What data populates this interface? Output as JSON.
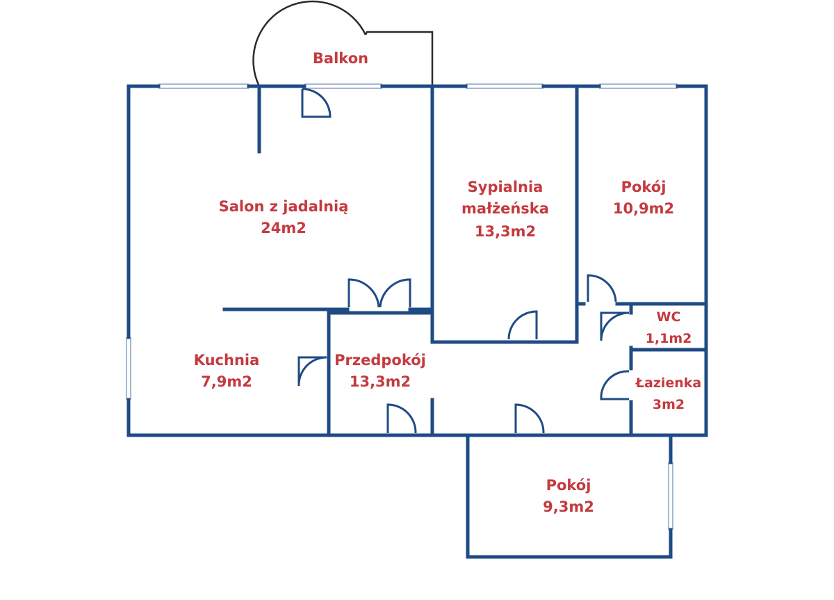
{
  "colors": {
    "wall": "#1f4b85",
    "label": "#c43a3f",
    "balcony_outline": "#2b2b2b",
    "window_line": "#8aa1c0",
    "background": "#ffffff"
  },
  "rooms": [
    {
      "id": "balkon",
      "name": "Balkon",
      "area": ""
    },
    {
      "id": "salon",
      "name": "Salon z jadalnią",
      "area": "24m2"
    },
    {
      "id": "sypialnia",
      "name": "Sypialnia",
      "name2": "małżeńska",
      "area": "13,3m2"
    },
    {
      "id": "pokoj1",
      "name": "Pokój",
      "area": "10,9m2"
    },
    {
      "id": "wc",
      "name": "WC",
      "area": "1,1m2"
    },
    {
      "id": "kuchnia",
      "name": "Kuchnia",
      "area": "7,9m2"
    },
    {
      "id": "przedpokoj",
      "name": "Przedpokój",
      "area": "13,3m2"
    },
    {
      "id": "lazienka",
      "name": "Łazienka",
      "area": "3m2"
    },
    {
      "id": "pokoj2",
      "name": "Pokój",
      "area": "9,3m2"
    }
  ]
}
